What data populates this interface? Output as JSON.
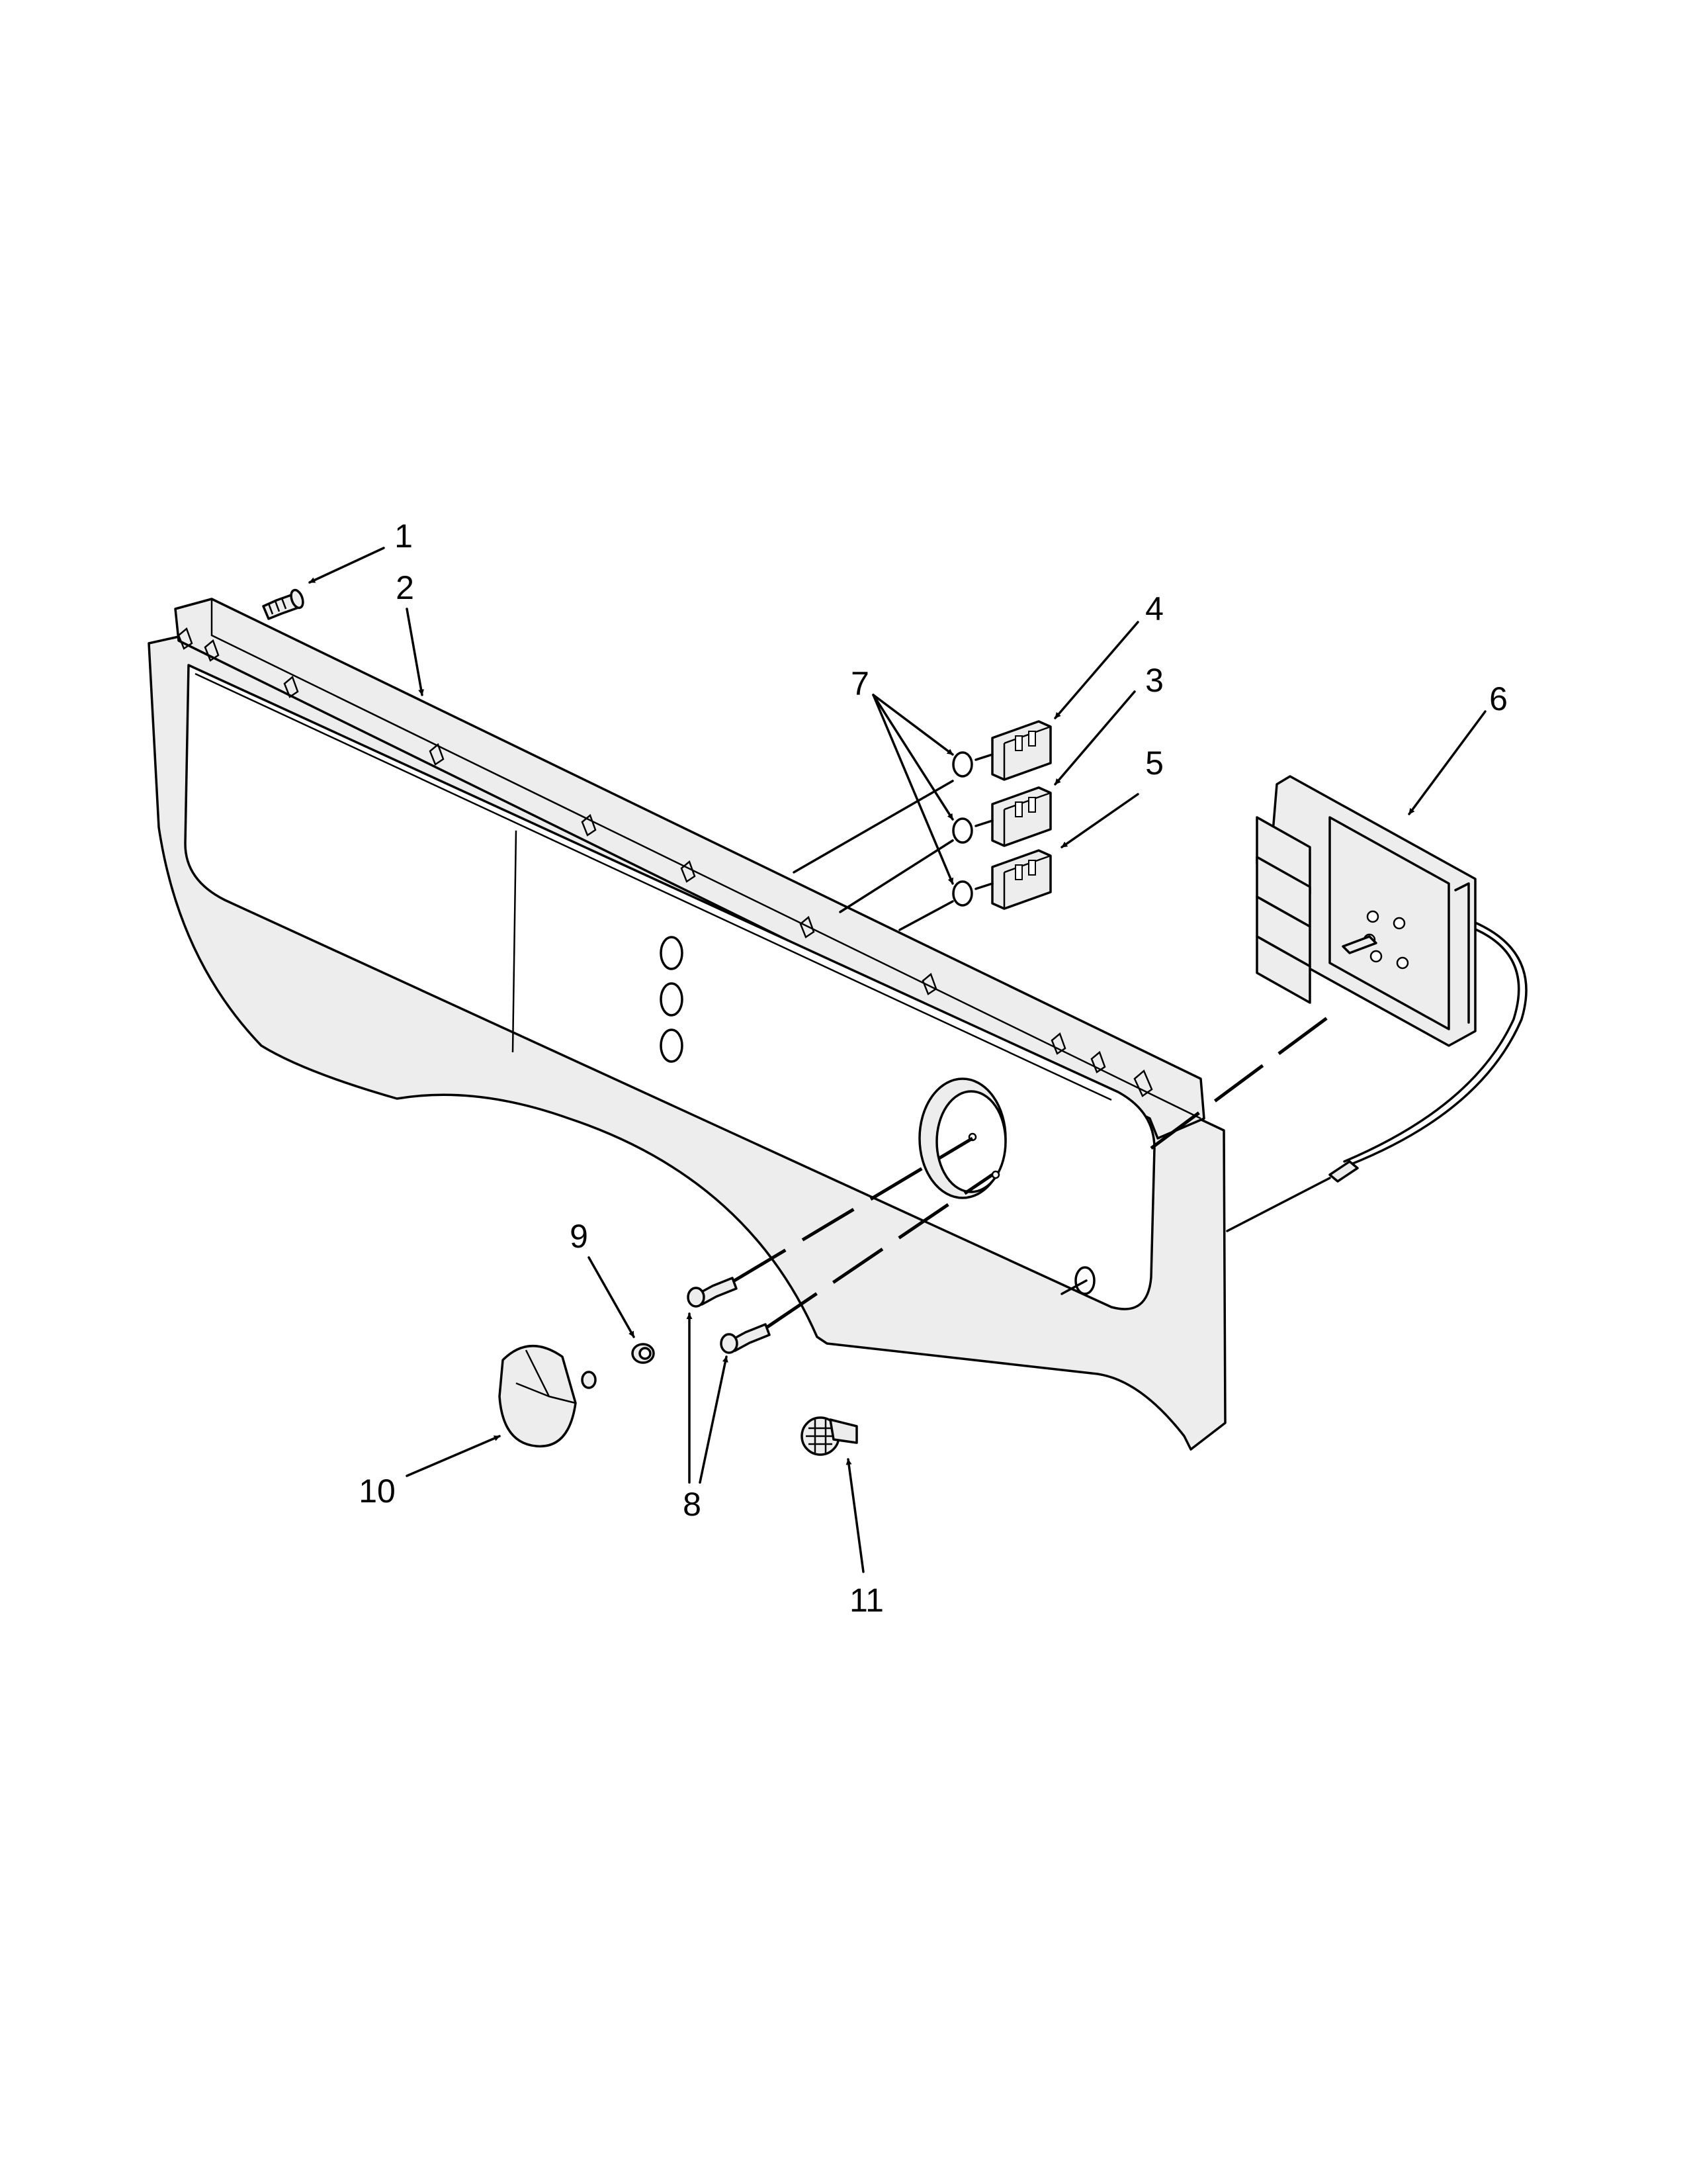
{
  "callouts": [
    {
      "id": "1",
      "label": "1"
    },
    {
      "id": "2",
      "label": "2"
    },
    {
      "id": "3",
      "label": "3"
    },
    {
      "id": "4",
      "label": "4"
    },
    {
      "id": "5",
      "label": "5"
    },
    {
      "id": "6",
      "label": "6"
    },
    {
      "id": "7",
      "label": "7"
    },
    {
      "id": "8",
      "label": "8"
    },
    {
      "id": "9",
      "label": "9"
    },
    {
      "id": "10",
      "label": "10"
    },
    {
      "id": "11",
      "label": "11"
    }
  ],
  "colors": {
    "line": "#000000",
    "part_fill": "#ededed",
    "background": "#ffffff"
  }
}
